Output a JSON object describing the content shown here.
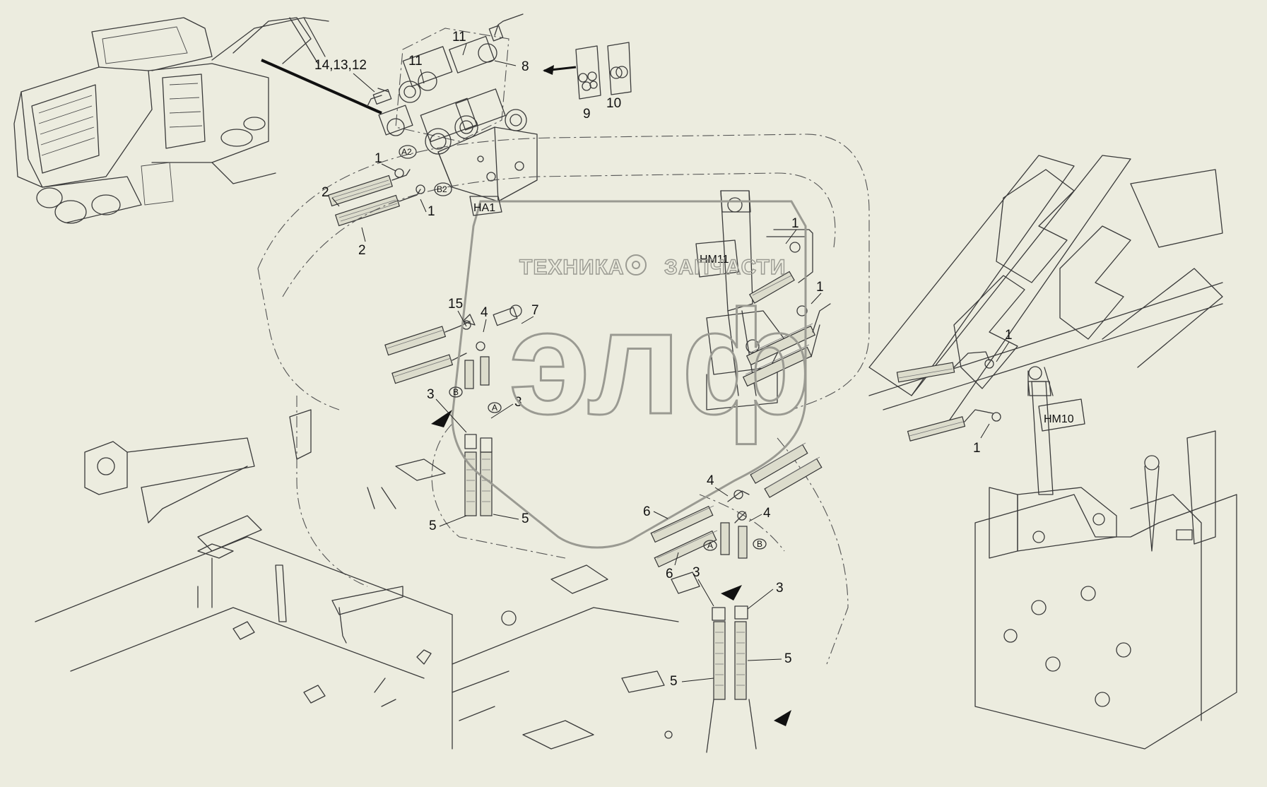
{
  "callouts": {
    "c1": "1",
    "c2": "2",
    "c3": "3",
    "c4": "4",
    "c5": "5",
    "c6": "6",
    "c7": "7",
    "c8": "8",
    "c9": "9",
    "c10": "10",
    "c11": "11",
    "c15": "15",
    "c14_13_12": "14,13,12"
  },
  "tags": {
    "ha1": "HA1",
    "hm11": "HM11",
    "hm10": "HM10"
  },
  "ports": {
    "a2": "A2",
    "b2": "B2",
    "a": "A",
    "b": "B"
  },
  "watermark": {
    "left_word": "ТЕХНИКА",
    "right_word": "ЗАПЧАСТИ",
    "logo_text": "элф"
  },
  "colors": {
    "background": "#ececdf",
    "line": "#3a3a3a",
    "watermark": "#9a9a92"
  }
}
